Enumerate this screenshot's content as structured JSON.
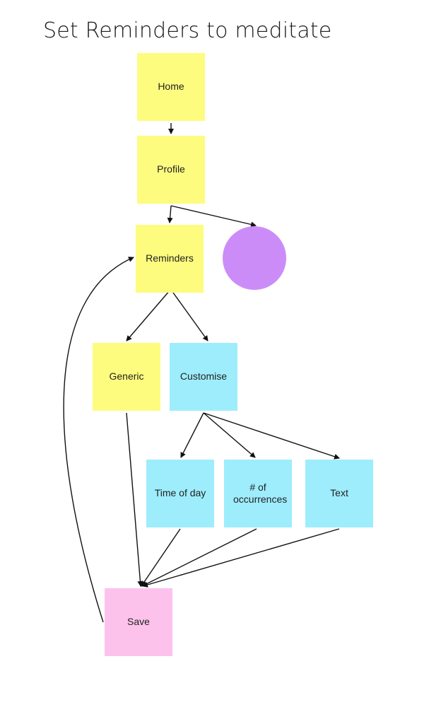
{
  "title": "Set Reminders to meditate",
  "nodes": {
    "home": "Home",
    "profile": "Profile",
    "reminders": "Reminders",
    "generic": "Generic",
    "customise": "Customise",
    "time_of_day": "Time of day",
    "occurrences": "# of occurrences",
    "text": "Text",
    "save": "Save"
  },
  "colors": {
    "yellow": "#fdfc7f",
    "cyan": "#9eedfc",
    "pink": "#fdc2ec",
    "purple": "#cc8cf8"
  },
  "edges": [
    {
      "from": "home",
      "to": "profile"
    },
    {
      "from": "profile",
      "to": "reminders"
    },
    {
      "from": "profile",
      "to": "circle"
    },
    {
      "from": "reminders",
      "to": "generic"
    },
    {
      "from": "reminders",
      "to": "customise"
    },
    {
      "from": "customise",
      "to": "time_of_day"
    },
    {
      "from": "customise",
      "to": "occurrences"
    },
    {
      "from": "customise",
      "to": "text"
    },
    {
      "from": "generic",
      "to": "save"
    },
    {
      "from": "time_of_day",
      "to": "save"
    },
    {
      "from": "occurrences",
      "to": "save"
    },
    {
      "from": "text",
      "to": "save"
    },
    {
      "from": "save",
      "to": "reminders"
    }
  ]
}
